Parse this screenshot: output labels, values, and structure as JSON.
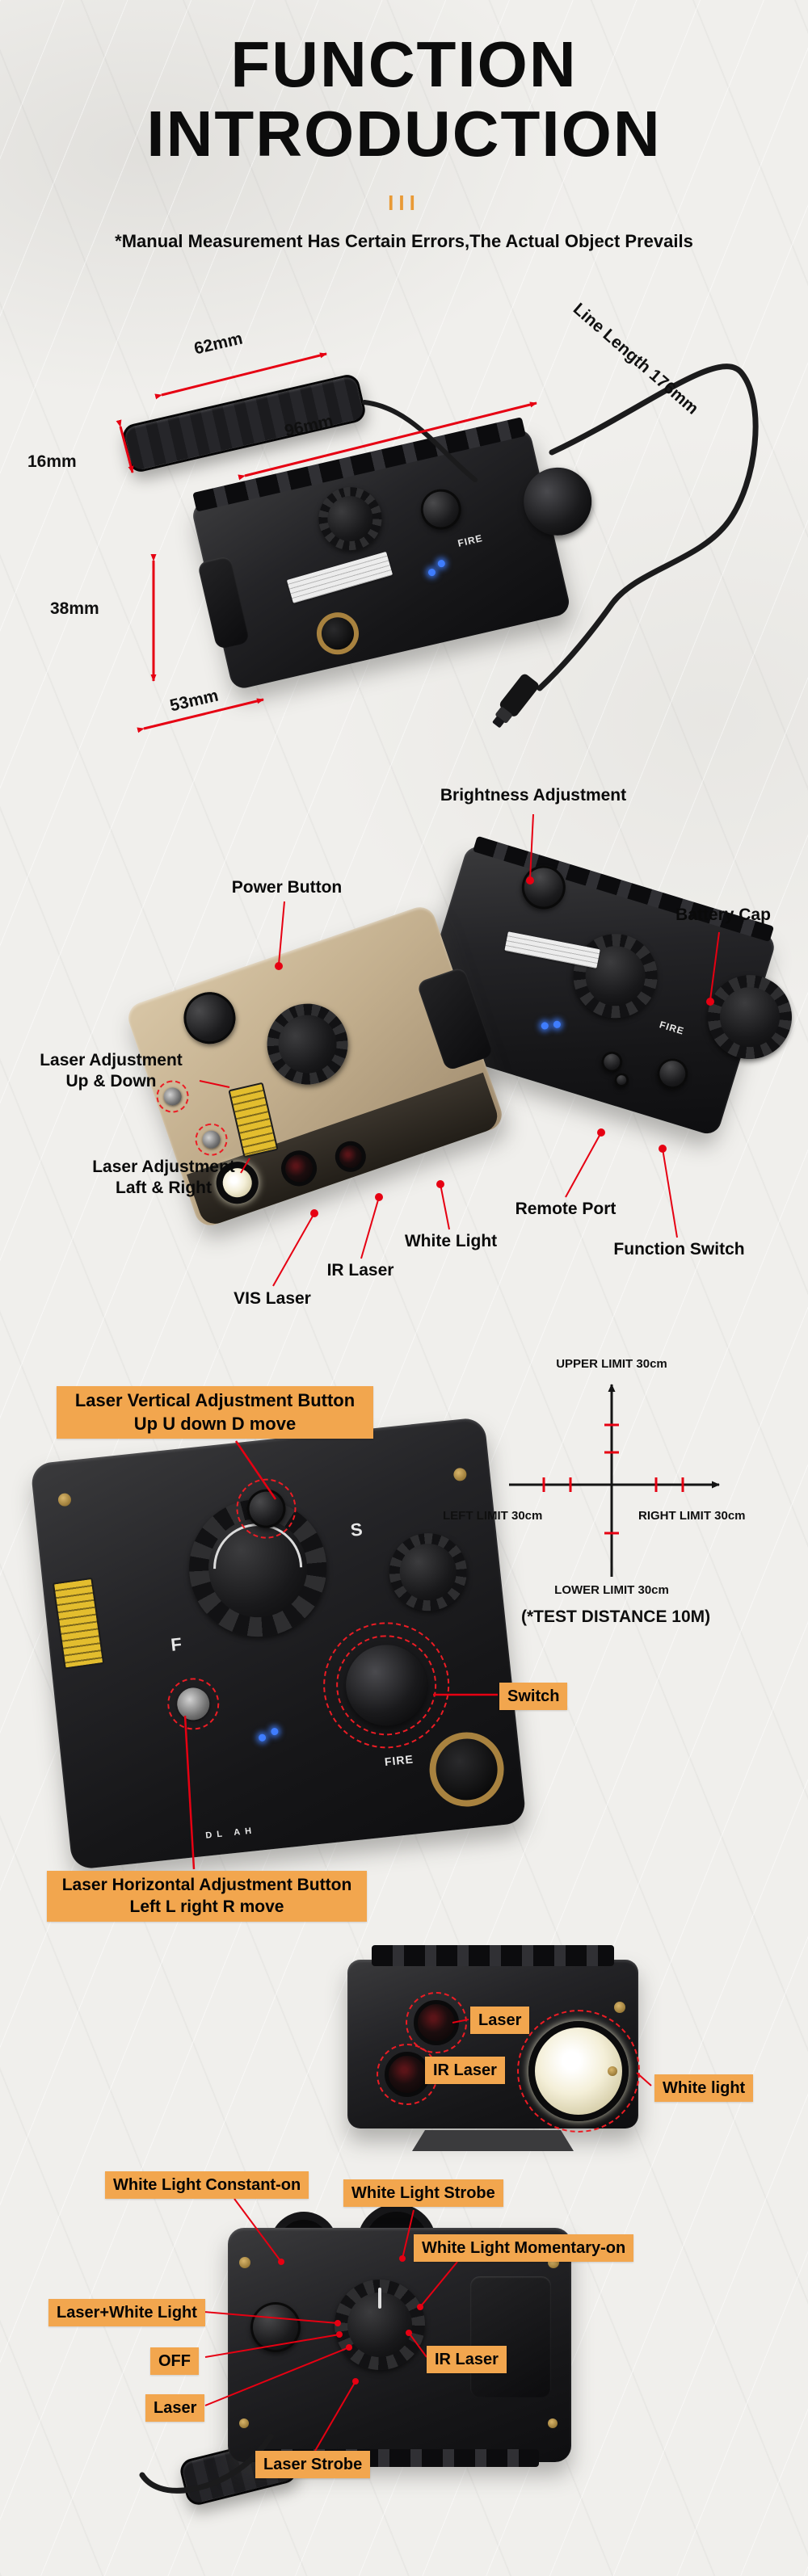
{
  "header": {
    "title_line1": "FUNCTION",
    "title_line2": "INTRODUCTION",
    "divider": "III",
    "disclaimer": "*Manual Measurement Has Certain Errors,The Actual Object Prevails"
  },
  "dimensions": {
    "pad_length": "62mm",
    "pad_width": "16mm",
    "body_length": "96mm",
    "body_height": "38mm",
    "body_width": "53mm",
    "cable_length": "Line Length 176mm"
  },
  "overview": {
    "brightness": "Brightness Adjustment",
    "power": "Power Button",
    "battery": "Battery Cap",
    "laser_ud_1": "Laser Adjustment",
    "laser_ud_2": "Up & Down",
    "laser_lr_1": "Laser Adjustment",
    "laser_lr_2": "Laft & Right",
    "remote_port": "Remote Port",
    "white_light": "White Light",
    "function_switch": "Function Switch",
    "ir_laser": "IR Laser",
    "vis_laser": "VIS Laser"
  },
  "adjustment": {
    "vertical_1": "Laser Vertical Adjustment Button",
    "vertical_2": "Up U down D move",
    "horizontal_1": "Laser Horizontal Adjustment Button",
    "horizontal_2": "Left L right R move",
    "switch": "Switch",
    "upper": "UPPER LIMIT 30cm",
    "lower": "LOWER LIMIT 30cm",
    "left": "LEFT LIMIT 30cm",
    "right": "RIGHT LIMIT 30cm",
    "test": "(*TEST DISTANCE 10M)"
  },
  "front": {
    "laser": "Laser",
    "ir_laser": "IR Laser",
    "white_light": "White light"
  },
  "modes": {
    "constant": "White Light Constant-on",
    "strobe": "White Light Strobe",
    "momentary": "White Light Momentary-on",
    "laser_white": "Laser+White Light",
    "off": "OFF",
    "ir": "IR Laser",
    "laser": "Laser",
    "laser_strobe": "Laser Strobe"
  },
  "markings": {
    "fire": "FIRE",
    "s": "S",
    "f": "F",
    "dl_ah": "DL  AH"
  },
  "colors": {
    "accent_red": "#e60012",
    "label_orange": "#f2a64e",
    "tan_body": "#c2ae8d"
  }
}
